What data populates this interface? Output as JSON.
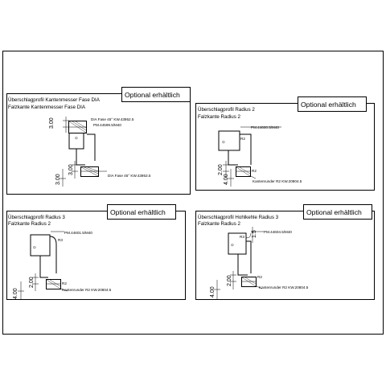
{
  "panels": [
    {
      "id": "p1",
      "badge": "Optional erhältlich",
      "title_line1": "Überschlagprofil Kantenmesser Fase DIA",
      "title_line2": "Falzkante Kantenmesser Fase DIA",
      "labels": {
        "top_tool_a": "DIA Fase 45° KW.43952.5",
        "top_tool_b": "PM.44599.5/M40",
        "bottom_tool": "DIA Fase 45° KW.43953.5"
      },
      "dims": {
        "d1": "3.00",
        "d2": "3.00",
        "d3": "3.00"
      }
    },
    {
      "id": "p2",
      "badge": "Optional erhältlich",
      "title_line1": "Überschlagprofil  Radius 2",
      "title_line2": "Falzkante Radius 2",
      "labels": {
        "pm": "PM.44600.5/M40",
        "r_top": "R2",
        "r_bottom": "R2",
        "tool": "Kantenrunder R2 KW.20804.5"
      },
      "dims": {
        "d1": "2.00",
        "d2": "4.00"
      }
    },
    {
      "id": "p3",
      "badge": "Optional erhältlich",
      "title_line1": "Überschlagprofil  Radius 3",
      "title_line2": "Falzkante Radius 2",
      "labels": {
        "pm": "PM.44601.5/M40",
        "r_top": "R3",
        "r_bottom": "R2",
        "tool": "Kantenrunder R2 KW.20804.5"
      },
      "dims": {
        "d1": "2.00",
        "d2": "4.00"
      }
    },
    {
      "id": "p4",
      "badge": "Optional erhältlich",
      "title_line1": "Überschlagprofil  Hohlkehle Radius 3",
      "title_line2": "Falzkante Radius 2",
      "labels": {
        "pm": "PM.44604.5/M40",
        "r_top": "R3",
        "r_bottom": "R2",
        "tool": "Kantenrunder R2 KW.20804.5"
      },
      "dims": {
        "d1": "1.5",
        "d2": "2.00",
        "d3": "4.00"
      }
    }
  ]
}
